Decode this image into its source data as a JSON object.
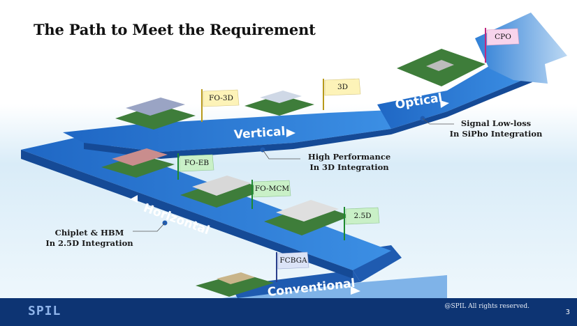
{
  "slide": {
    "title": "The Path to Meet the Requirement",
    "copyright": "@SPIL All rights reserved.",
    "page_number": "3",
    "logo_text": "SPIL"
  },
  "lanes": {
    "conventional": "Conventional",
    "horizontal": "Horizontal",
    "vertical": "Vertical",
    "optical": "Optical"
  },
  "flags": {
    "fcbga": "FCBGA",
    "two_five_d": "2.5D",
    "fo_mcm": "FO-MCM",
    "fo_eb": "FO-EB",
    "fo_3d": "FO-3D",
    "three_d": "3D",
    "cpo": "CPO"
  },
  "annotations": {
    "chiplet_line1": "Chiplet & HBM",
    "chiplet_line2": "In 2.5D Integration",
    "highperf_line1": "High Performance",
    "highperf_line2": "In 3D Integration",
    "signal_line1": "Signal Low-loss",
    "signal_line2": "In SiPho Integration"
  },
  "colors": {
    "road_top": "#2f7fd6",
    "road_side": "#1f5bb0",
    "footer": "#0d3473",
    "flag_yellow": "#fdf3b8",
    "flag_green": "#c9f0c7",
    "flag_blue": "#dbe3f7",
    "flag_pink": "#f7d4ec"
  }
}
